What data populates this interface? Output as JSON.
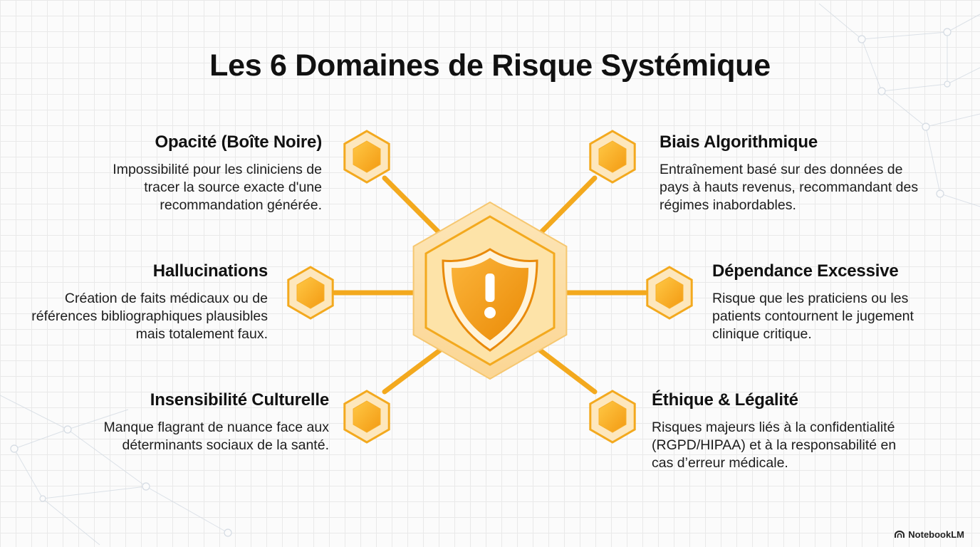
{
  "title": "Les 6 Domaines de Risque Systémique",
  "center_icon": "shield-exclamation-icon",
  "center_symbol": "!",
  "colors": {
    "accent": "#f39c1a",
    "accent_light": "#ffd27a",
    "hex_fill": "#fde9c0",
    "connector": "#f3a91e",
    "text": "#1a1a1a"
  },
  "domains": [
    {
      "title": "Opacité (Boîte Noire)",
      "description": "Impossibilité pour les cliniciens de tracer la source exacte d'une recommandation générée."
    },
    {
      "title": "Biais Algorithmique",
      "description": "Entraînement basé sur des données de pays à hauts revenus, recommandant des régimes inabordables."
    },
    {
      "title": "Hallucinations",
      "description": "Création de faits médicaux ou de références bibliographiques plausibles mais totalement faux."
    },
    {
      "title": "Dépendance Excessive",
      "description": "Risque que les praticiens ou les patients contournent le jugement clinique critique."
    },
    {
      "title": "Insensibilité Culturelle",
      "description": "Manque flagrant de nuance face aux déterminants sociaux de la santé."
    },
    {
      "title": "Éthique & Légalité",
      "description": "Risques majeurs liés à la confidentialité (RGPD/HIPAA) et à la responsabilité en cas d’erreur médicale."
    }
  ],
  "brand": {
    "icon": "notebooklm-logo-icon",
    "label": "NotebookLM"
  }
}
